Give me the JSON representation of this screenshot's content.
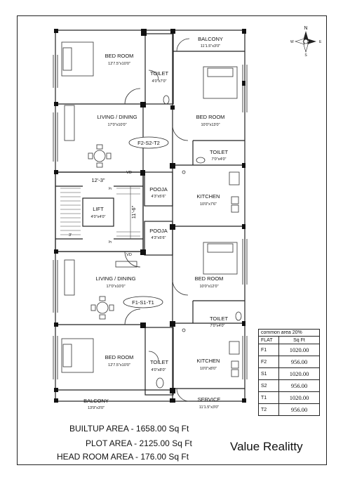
{
  "rooms": {
    "bed_top": {
      "name": "BED ROOM",
      "dim": "12'7.5\"x10'0\""
    },
    "toilet_top": {
      "name": "TOILET",
      "dim": "4'0\"x7'0\""
    },
    "balcony_top": {
      "name": "BALCONY",
      "dim": "11'1.5\"x3'0\""
    },
    "bed_right_top": {
      "name": "BED ROOM",
      "dim": "10'0\"x13'0\""
    },
    "living_top": {
      "name": "LIVING / DINING",
      "dim": "17'0\"x10'0\""
    },
    "flat_tag_top": "F2-S2-T2",
    "toilet_right_top": {
      "name": "TOILET",
      "dim": "7'0\"x4'0\""
    },
    "vd_top": "VD",
    "pooja_top": {
      "name": "POOJA",
      "dim": "4'3\"x5'6\""
    },
    "kitchen_top": {
      "name": "KITCHEN",
      "dim": "10'0\"x7'6\""
    },
    "lift": {
      "name": "LIFT",
      "dim": "4'0\"x4'0\""
    },
    "stair_width": "12'-3\"",
    "stair_height": "11'-6\"",
    "stair_3a": "3'",
    "stair_3b": "3'",
    "stair_3c": "3'",
    "pooja_bottom": {
      "name": "POOJA",
      "dim": "4'3\"x5'6\""
    },
    "vd_bottom": "VD",
    "living_bottom": {
      "name": "LIVING / DINING",
      "dim": "17'0\"x10'0\""
    },
    "bed_right_bottom": {
      "name": "BED ROOM",
      "dim": "10'0\"x12'0\""
    },
    "flat_tag_bottom": "F1-S1-T1",
    "toilet_right_bottom": {
      "name": "TOILET",
      "dim": "7'0\"x4'0\""
    },
    "bed_bottom": {
      "name": "BED ROOM",
      "dim": "12'7.5\"x10'0\""
    },
    "toilet_bottom": {
      "name": "TOILET",
      "dim": "4'0\"x8'0\""
    },
    "kitchen_bottom": {
      "name": "KITCHEN",
      "dim": "10'0\"x8'0\""
    },
    "balcony_bottom": {
      "name": "BALCONY",
      "dim": "13'9\"x3'0\""
    },
    "service": {
      "name": "SERVICE",
      "dim": "11'1.5\"x3'0\""
    }
  },
  "compass": {
    "n": "N",
    "s": "S",
    "e": "E",
    "w": "W"
  },
  "areas": {
    "builtup": "BUILTUP AREA - 1658.00 Sq Ft",
    "plot": "PLOT AREA - 2125.00 Sq Ft",
    "headroom": "HEAD ROOM AREA - 176.00 Sq Ft"
  },
  "brand": "Value Realitty",
  "table": {
    "caption": "common area 20%",
    "col_flat": "FLAT",
    "col_sqft": "Sq Ft",
    "rows": [
      {
        "flat": "F1",
        "sqft": "1020.00"
      },
      {
        "flat": "F2",
        "sqft": "956.00"
      },
      {
        "flat": "S1",
        "sqft": "1020.00"
      },
      {
        "flat": "S2",
        "sqft": "956.00"
      },
      {
        "flat": "T1",
        "sqft": "1020.00"
      },
      {
        "flat": "T2",
        "sqft": "956.00"
      }
    ]
  }
}
